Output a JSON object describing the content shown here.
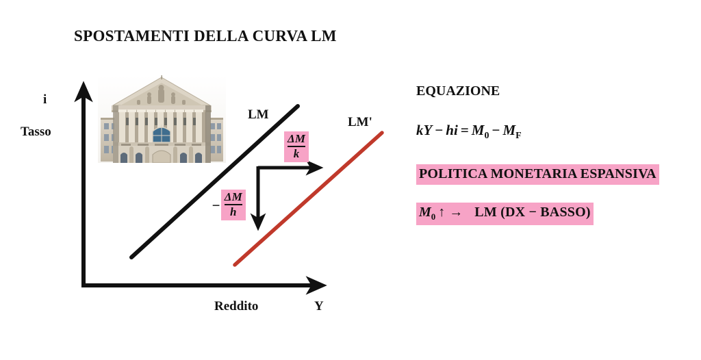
{
  "title": "SPOSTAMENTI DELLA CURVA LM",
  "colors": {
    "ink": "#111111",
    "highlight_pink": "#f7a3c6",
    "lm_prime_red": "#c0392b",
    "background": "#ffffff"
  },
  "chart_data": {
    "type": "line",
    "title": "SPOSTAMENTI DELLA CURVA LM",
    "xlabel": "Reddito",
    "ylabel": "Tasso",
    "x_axis_symbol": "Y",
    "y_axis_symbol": "i",
    "grid": false,
    "legend": "inline-labels",
    "series": [
      {
        "name": "LM",
        "color": "#111111",
        "label": "LM",
        "points": [
          [
            192,
            375
          ],
          [
            435,
            155
          ]
        ],
        "description": "Curva LM iniziale, inclinata positivamente"
      },
      {
        "name": "LM'",
        "color": "#c0392b",
        "label": "LM'",
        "points": [
          [
            343,
            387
          ],
          [
            558,
            195
          ]
        ],
        "description": "Curva LM dopo politica monetaria espansiva, spostata a destra e in basso"
      }
    ],
    "annotations": [
      {
        "name": "horizontal-shift",
        "numerator": "ΔM",
        "denominator": "k",
        "sign": "",
        "direction": "right",
        "from": [
          377,
          245
        ],
        "to": [
          477,
          245
        ]
      },
      {
        "name": "vertical-shift",
        "numerator": "ΔM",
        "denominator": "h",
        "sign": "−",
        "direction": "down",
        "from": [
          377,
          245
        ],
        "to": [
          377,
          343
        ]
      }
    ]
  },
  "axes": {
    "y_symbol": "i",
    "y_name": "Tasso",
    "x_name": "Reddito",
    "x_symbol": "Y"
  },
  "curves": {
    "lm_label": "LM",
    "lm_prime_label": "LM'"
  },
  "annotations": {
    "delta_m": "ΔM",
    "k": "k",
    "h": "h",
    "minus": "−"
  },
  "image": {
    "alt": "central-bank-building",
    "caption": ""
  },
  "panel": {
    "heading": "EQUAZIONE",
    "equation": {
      "full": "kY − hi = M0 − MF",
      "lhs_k": "k",
      "lhs_Y": "Y",
      "minus1": "−",
      "lhs_h": "h",
      "lhs_i": "i",
      "equals": "=",
      "rhs_M": "M",
      "rhs_M_sub": "0",
      "minus2": "−",
      "rhs_M2": "M",
      "rhs_M2_sub": "F"
    },
    "policy_banner": "POLITICA MONETARIA ESPANSIVA",
    "shift": {
      "full": "M0 ↑ →  LM (DX − BASSO)",
      "m_symbol": "M",
      "m_sub": "0",
      "up_arrow": "↑",
      "right_arrow": "→",
      "result": "LM (DX − BASSO)"
    }
  }
}
